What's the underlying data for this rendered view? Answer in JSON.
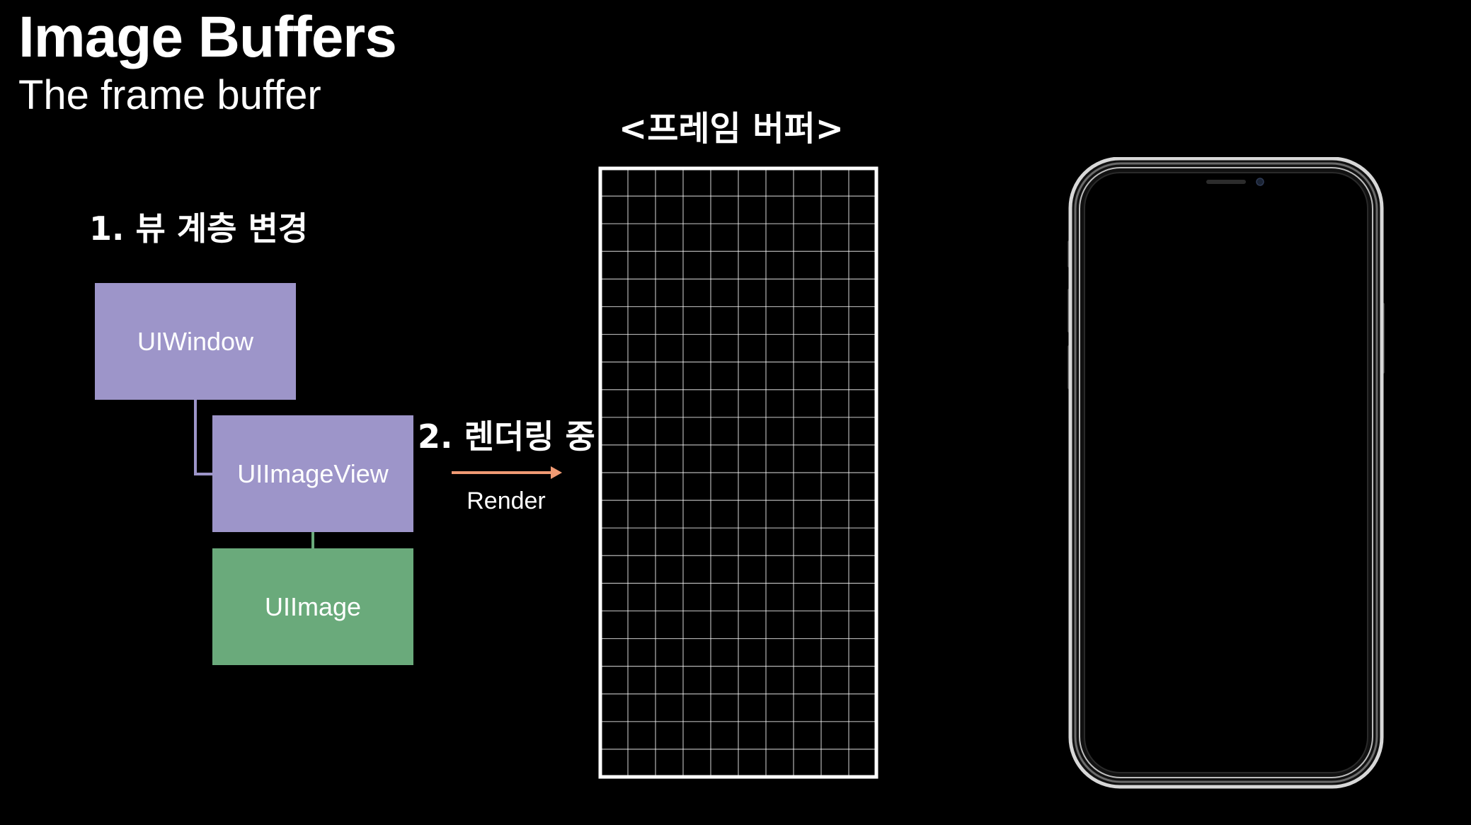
{
  "slide": {
    "title": "Image Buffers",
    "subtitle": "The frame buffer"
  },
  "steps": {
    "step1": "1. 뷰 계층 변경",
    "step2": "2. 렌더링 중"
  },
  "hierarchy": {
    "window_label": "UIWindow",
    "image_view_label": "UIImageView",
    "image_label": "UIImage"
  },
  "render": {
    "label": "Render"
  },
  "frame_buffer": {
    "title": "<프레임 버퍼>",
    "columns": 10,
    "rows": 22
  },
  "colors": {
    "background": "#000000",
    "view_box": "#9d95c9",
    "image_box": "#6aaa7b",
    "arrow": "#f09a73",
    "grid_line": "#ffffff"
  },
  "device": {
    "icon": "iphone-x-icon"
  }
}
